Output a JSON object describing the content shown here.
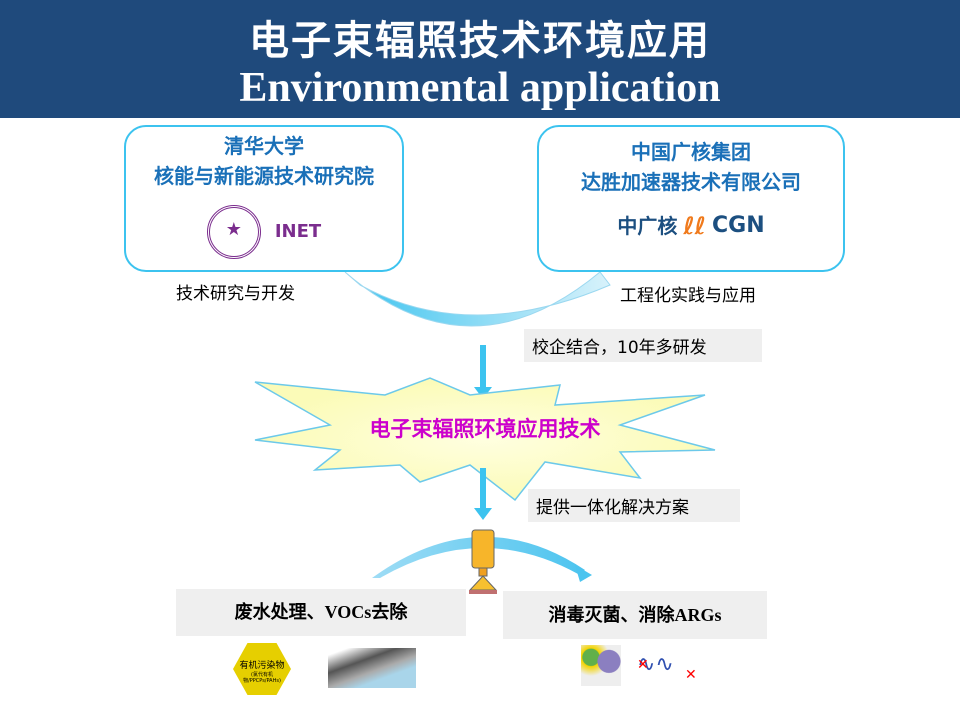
{
  "header": {
    "title_cn": "电子束辐照技术环境应用",
    "title_en": "Environmental application"
  },
  "left_org": {
    "line1": "清华大学",
    "line2": "核能与新能源技术研究院",
    "logo_text": "INET",
    "caption": "技术研究与开发"
  },
  "right_org": {
    "line1": "中国广核集团",
    "line2": "达胜加速器技术有限公司",
    "logo_cn": "中广核",
    "logo_en": "CGN",
    "caption": "工程化实践与应用"
  },
  "cooperation": "校企结合，10年多研发",
  "core": "电子束辐照环境应用技术",
  "solution": "提供一体化解决方案",
  "apps": [
    {
      "label": "废水处理、VOCs去除",
      "icon_text": "有机污染物",
      "icon_sub": "(氯代有机物/PPCPs/PAHs)"
    },
    {
      "label": "消毒灭菌、消除ARGs"
    }
  ],
  "colors": {
    "header": "#1f4a7c",
    "accent": "#3cc3ef",
    "core_text": "#cc00cc",
    "org_text": "#1a70b8"
  }
}
